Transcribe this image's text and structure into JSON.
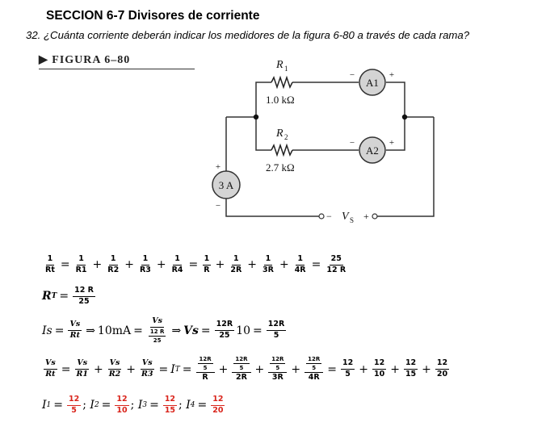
{
  "header": {
    "title": "SECCION 6-7 Divisores de corriente",
    "question": "32. ¿Cuánta corriente deberán indicar los medidores de la figura 6-80 a través de cada rama?"
  },
  "figure": {
    "label": "FIGURA 6–80",
    "r1_name": "R",
    "r1_sub": "1",
    "r1_value": "1.0 kΩ",
    "r2_name": "R",
    "r2_sub": "2",
    "r2_value": "2.7 kΩ",
    "meter1": "A1",
    "meter2": "A2",
    "source": "3 A",
    "vs_name": "V",
    "vs_sub": "S",
    "plus": "+",
    "minus": "−"
  },
  "eq1": {
    "t1n": "1",
    "t1d": "Rt",
    "t2n": "1",
    "t2d": "R1",
    "t3n": "1",
    "t3d": "R2",
    "t4n": "1",
    "t4d": "R3",
    "t5n": "1",
    "t5d": "R4",
    "t6n": "1",
    "t6d": "R",
    "t7n": "1",
    "t7d": "2R",
    "t8n": "1",
    "t8d": "3R",
    "t9n": "1",
    "t9d": "4R",
    "t10n": "25",
    "t10d": "12 R"
  },
  "eq2": {
    "lhs": "R",
    "lhs_sub": "T",
    "num": "12 R",
    "den": "25"
  },
  "eq3": {
    "lhs": "Is",
    "f1n": "Vs",
    "f1d": "Rt",
    "mid": "10mA",
    "f2n": "Vs",
    "f2dn": "12 R",
    "f2dd": "25",
    "vs": "Vs",
    "f3n": "12R",
    "f3d": "25",
    "ten": "10",
    "f4n": "12R",
    "f4d": "5"
  },
  "eq4": {
    "f1n": "Vs",
    "f1d": "Rt",
    "f2n": "Vs",
    "f2d": "R1",
    "f3n": "Vs",
    "f3d": "R2",
    "f4n": "Vs",
    "f4d": "R3",
    "it": "I",
    "it_sub": "T",
    "g1nn": "12R",
    "g1nd": "5",
    "g1d": "R",
    "g2nn": "12R",
    "g2nd": "5",
    "g2d": "2R",
    "g3nn": "12R",
    "g3nd": "5",
    "g3d": "3R",
    "g4nn": "12R",
    "g4nd": "5",
    "g4d": "4R",
    "h1n": "12",
    "h1d": "5",
    "h2n": "12",
    "h2d": "10",
    "h3n": "12",
    "h3d": "15",
    "h4n": "12",
    "h4d": "20"
  },
  "eq5": {
    "i": "I",
    "i1_sub": "1",
    "i1n": "12",
    "i1d": "5",
    "i2_sub": "2",
    "i2n": "12",
    "i2d": "10",
    "i3_sub": "3",
    "i3n": "12",
    "i3d": "15",
    "i4_sub": "4",
    "i4n": "12",
    "i4d": "20",
    "sep": ";"
  }
}
